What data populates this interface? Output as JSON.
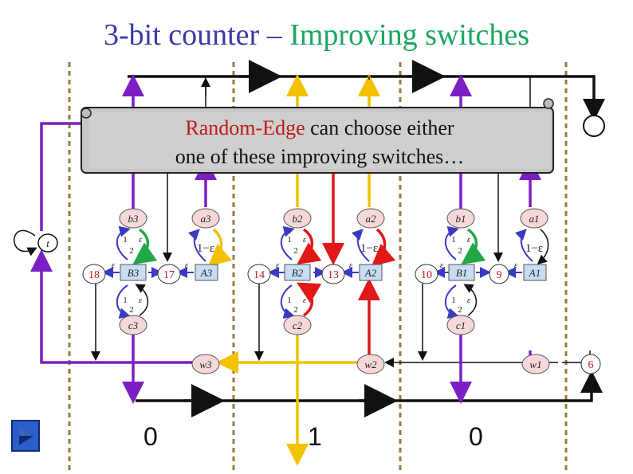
{
  "title": {
    "prefix": "3-bit counter – ",
    "highlight": "Improving switches"
  },
  "callout": {
    "highlight": "Random-Edge",
    "rest_line1": " can choose either",
    "line2": "one of these improving switches…"
  },
  "bits": [
    "0",
    "1",
    "0"
  ],
  "vertex_labels": {
    "t": "t",
    "b3": "b3",
    "a3": "a3",
    "B3": "B3",
    "A3": "A3",
    "c3": "c3",
    "w3": "w3",
    "b2": "b2",
    "a2": "a2",
    "B2": "B2",
    "A2": "A2",
    "c2": "c2",
    "w2": "w2",
    "b1": "b1",
    "a1": "a1",
    "B1": "B1",
    "A1": "A1",
    "c1": "c1",
    "w1": "w1"
  },
  "priorities": {
    "p18": "18",
    "p17": "17",
    "p14": "14",
    "p13": "13",
    "p10": "10",
    "p9": "9",
    "p6": "6"
  },
  "edge_labels": {
    "half": "1",
    "half_den": "2",
    "eps": "ε",
    "one_minus_eps": "1−ε"
  },
  "colors": {
    "purple": "#7b1fc4",
    "yellow": "#f2c200",
    "red": "#e01818",
    "green": "#20a848",
    "blue": "#3a3ac0",
    "node_pink": "#f6d8d8",
    "node_blue": "#c8ddf4",
    "dash": "#9a7a3c"
  },
  "icons": {
    "nav": "nav-button-icon"
  }
}
